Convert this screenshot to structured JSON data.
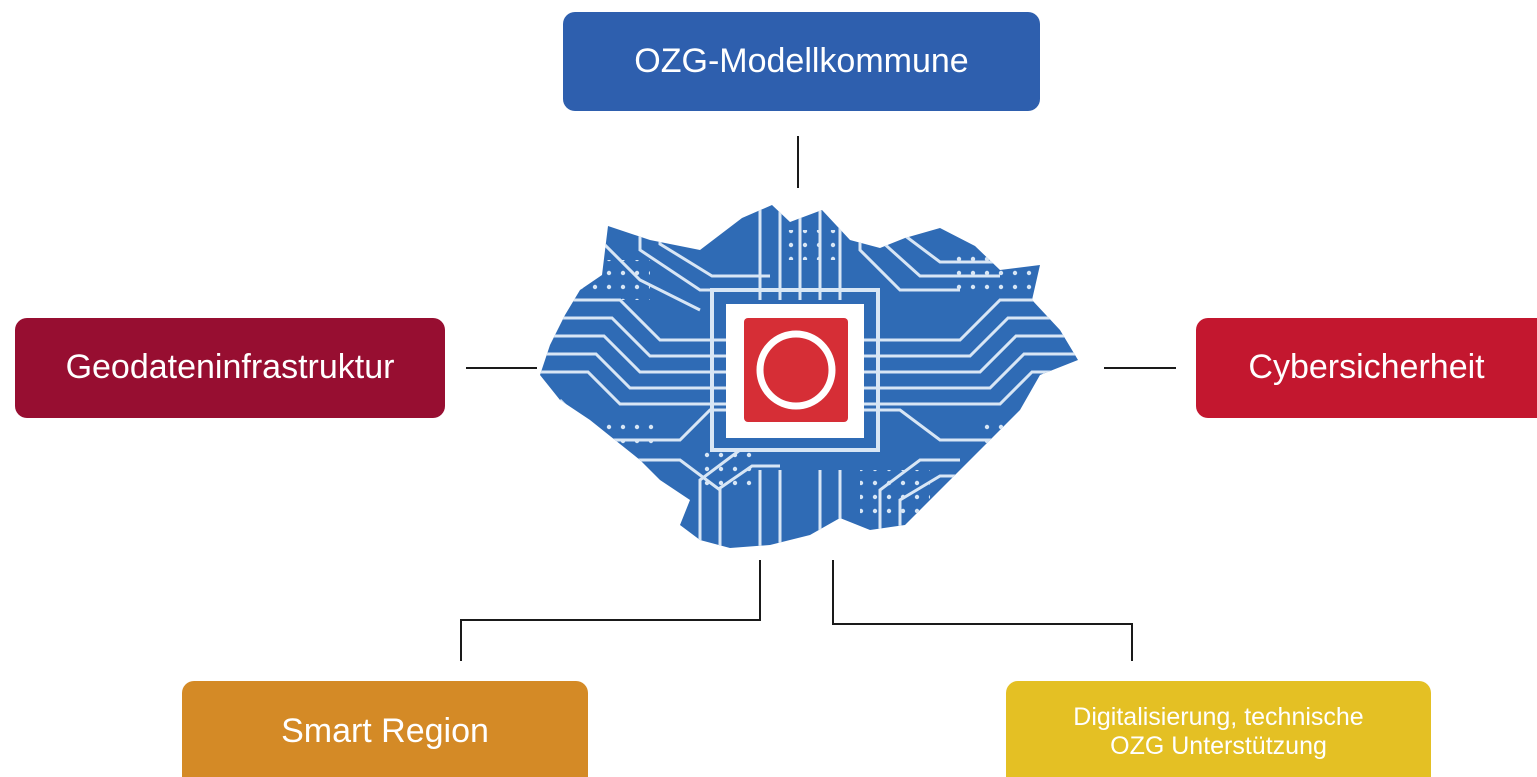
{
  "nodes": {
    "top": {
      "label": "OZG-Modellkommune",
      "color": "#2E5FAE"
    },
    "left": {
      "label": "Geodateninfrastruktur",
      "color": "#970E31"
    },
    "right": {
      "label": "Cybersicherheit",
      "color": "#C3172F"
    },
    "bottom_left": {
      "label": "Smart Region",
      "color": "#D48A26"
    },
    "bottom_right": {
      "line1": "Digitalisierung, technische",
      "line2": "OZG Unterstützung",
      "color": "#E4C024"
    }
  },
  "emblem": {
    "board_color": "#2F6BB5",
    "trace_color": "#D8E6F5",
    "chip_color": "#D62E36",
    "ring_color": "#FFFFFF"
  },
  "connector_color": "#1A1A1A"
}
